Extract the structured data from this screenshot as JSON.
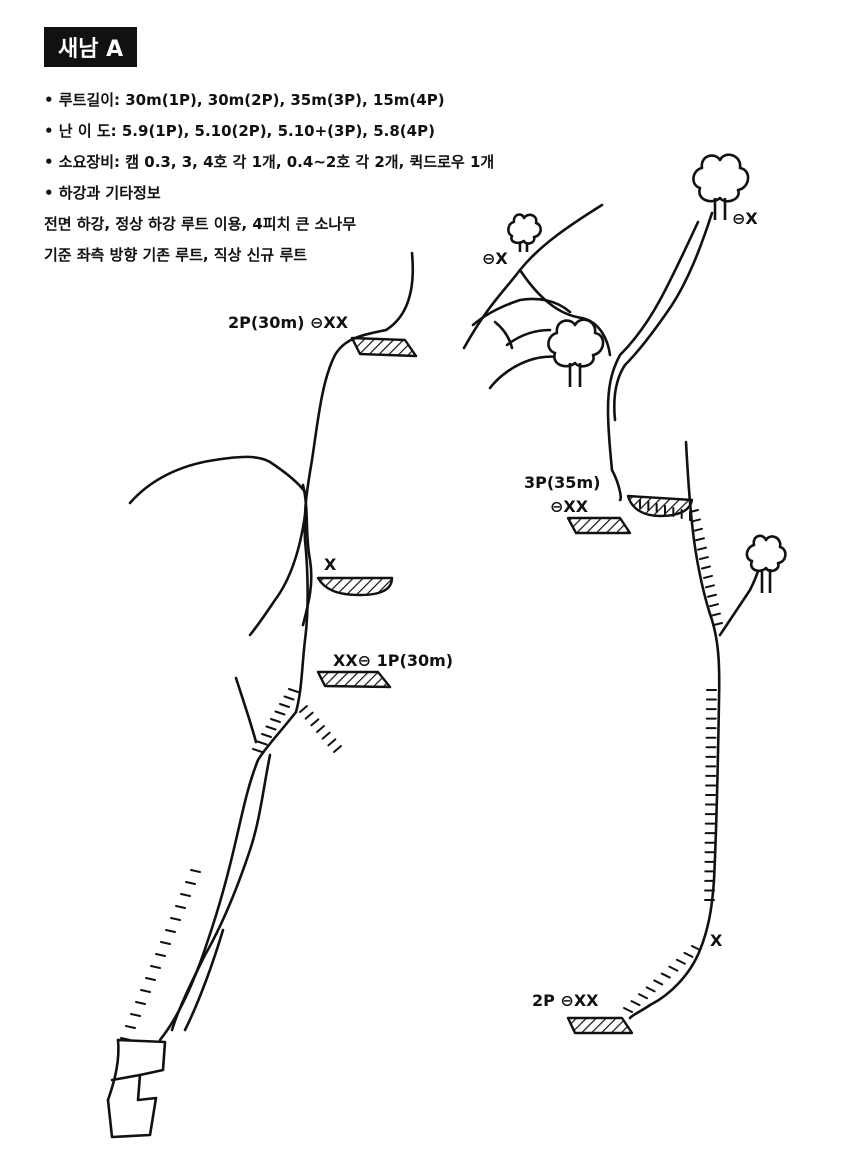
{
  "title": "새남 A",
  "info": {
    "length_label": "• 루트길이: 30m(1P), 30m(2P), 35m(3P), 15m(4P)",
    "grade_label": "• 난 이 도: 5.9(1P), 5.10(2P), 5.10+(3P), 5.8(4P)",
    "gear_label": "• 소요장비: 캠 0.3, 3, 4호 각 1개, 0.4~2호 각 2개, 퀵드로우 1개",
    "descent_heading": "• 하강과 기타정보",
    "descent_line1": "전면 하강, 정상 하강 루트 이용, 4피치 큰 소나무",
    "descent_line2": "기준 좌측 방향 기존 루트, 직상 신규 루트"
  },
  "labels": {
    "anchor_left_2p": "2P(30m) ⊖XX",
    "anchor_left_x": "X",
    "anchor_left_1p": "XX⊖ 1P(30m)",
    "anchor_top_tree": "⊖X",
    "anchor_top_right_tree": "⊖X",
    "anchor_3p_title": "3P(35m)",
    "anchor_3p_bolts": "⊖XX",
    "anchor_right_x": "X",
    "anchor_right_2p": "2P ⊖XX"
  }
}
